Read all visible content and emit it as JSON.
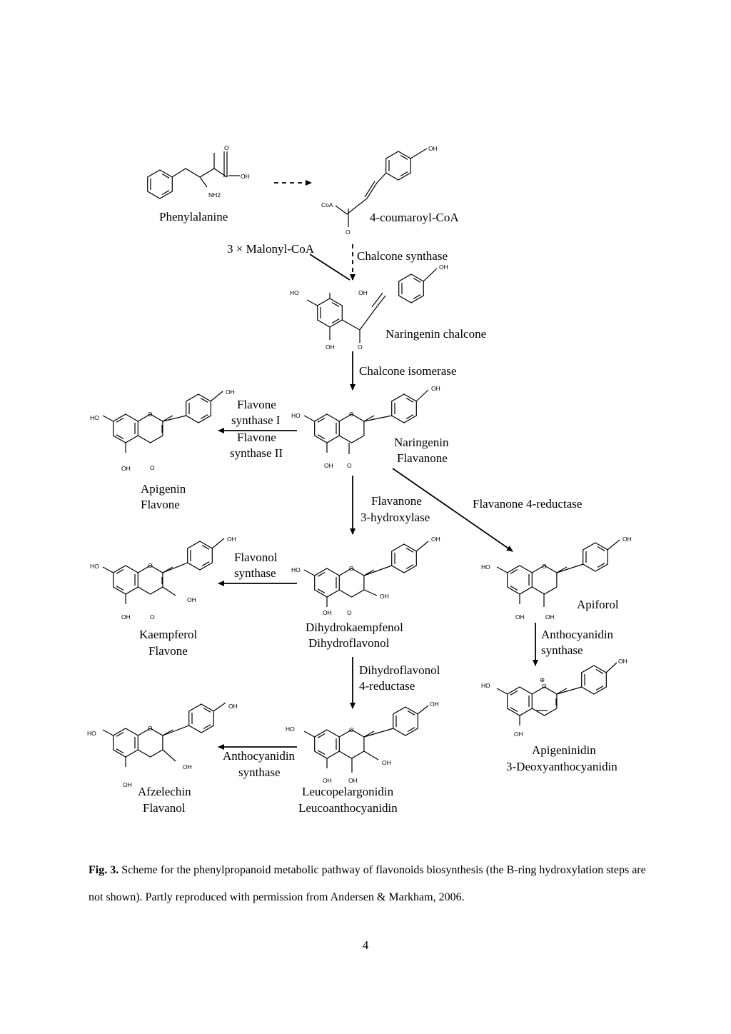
{
  "figure": {
    "compounds": {
      "phenylalanine": "Phenylalanine",
      "coumaroyl": "4-coumaroyl-CoA",
      "malonyl": "3 × Malonyl-CoA",
      "naringenin_chalcone": "Naringenin chalcone",
      "naringenin": [
        "Naringenin",
        "Flavanone"
      ],
      "apigenin": [
        "Apigenin",
        "Flavone"
      ],
      "dihydrokaempferol": [
        "Dihydrokaempfenol",
        "Dihydroflavonol"
      ],
      "kaempferol": [
        "Kaempferol",
        "Flavone"
      ],
      "apiforol": "Apiforol",
      "apigeninidin": [
        "Apigeninidin",
        "3-Deoxyanthocyanidin"
      ],
      "leucopelargonidin": [
        "Leucopelargonidin",
        "Leucoanthocyanidin"
      ],
      "afzelechin": [
        "Afzelechin",
        "Flavanol"
      ]
    },
    "enzymes": {
      "chalcone_synthase": "Chalcone synthase",
      "chalcone_isomerase": "Chalcone isomerase",
      "flavone_synthase": [
        "Flavone",
        "synthase I",
        "Flavone",
        "synthase II"
      ],
      "flavanone_hydroxylase": [
        "Flavanone",
        "3-hydroxylase"
      ],
      "flavanone_reductase": "Flavanone 4-reductase",
      "flavonol_synthase": [
        "Flavonol",
        "synthase"
      ],
      "anthocyanidin_synthase_right": [
        "Anthocyanidin",
        "synthase"
      ],
      "dihydroflavonol_reductase": [
        "Dihydroflavonol",
        "4-reductase"
      ],
      "anthocyanidin_synthase_bottom": [
        "Anthocyanidin",
        "synthase"
      ]
    },
    "atoms": {
      "oh": "OH",
      "o": "O",
      "nh2": "NH2",
      "ho": "HO",
      "coa": "CoA",
      "plus": "⊕"
    }
  },
  "caption": {
    "label": "Fig. 3.",
    "text": " Scheme for the phenylpropanoid metabolic pathway of flavonoids biosynthesis (the B-ring hydroxylation steps are not shown). Partly reproduced with permission from Andersen & Markham, 2006."
  },
  "page_number": "4"
}
